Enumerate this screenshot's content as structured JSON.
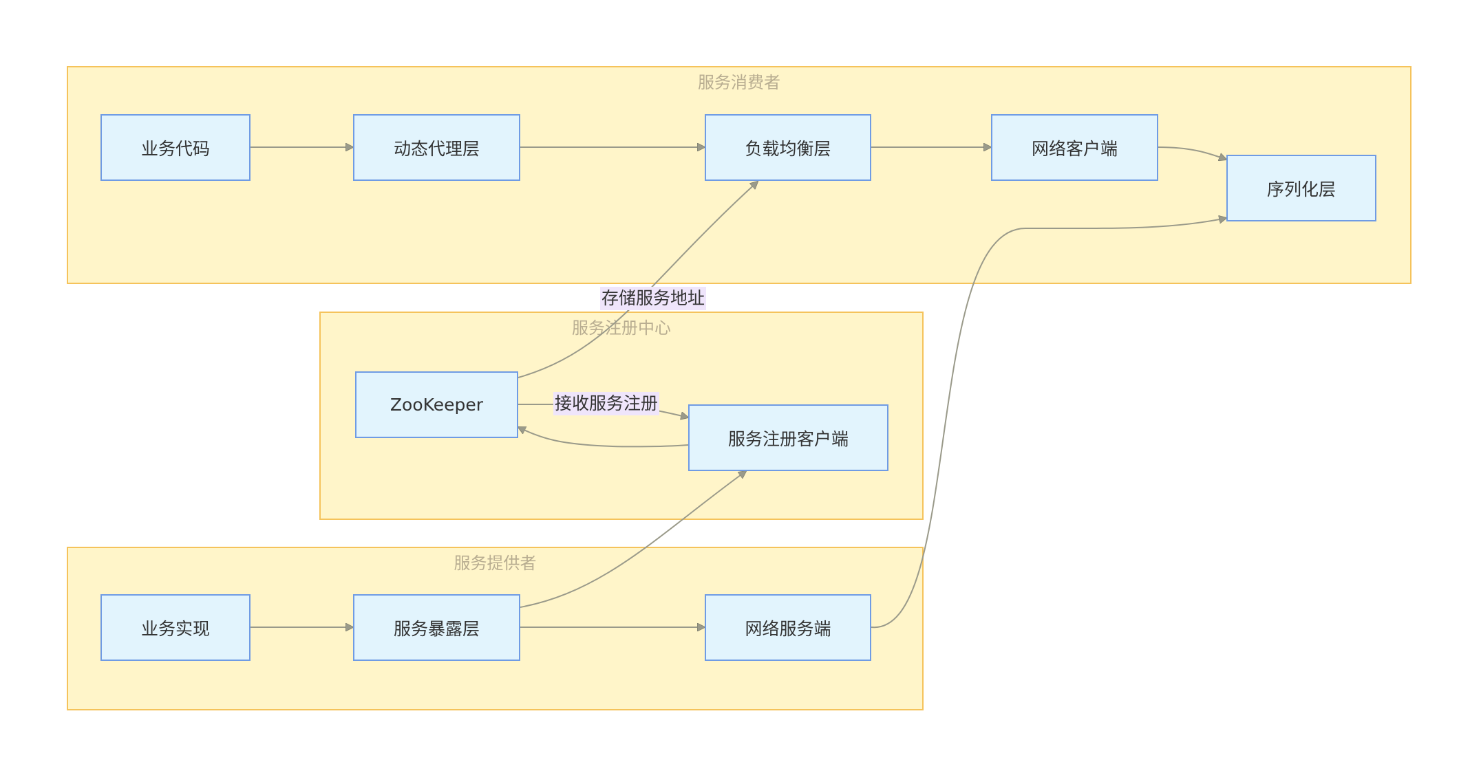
{
  "diagram": {
    "clusters": {
      "consumer": {
        "title": "服务消费者"
      },
      "registry": {
        "title": "服务注册中心"
      },
      "provider": {
        "title": "服务提供者"
      }
    },
    "nodes": {
      "business_code": "业务代码",
      "dynamic_proxy": "动态代理层",
      "load_balance": "负载均衡层",
      "network_client": "网络客户端",
      "serialization": "序列化层",
      "zookeeper": "ZooKeeper",
      "registry_client": "服务注册客户端",
      "business_impl": "业务实现",
      "service_expose": "服务暴露层",
      "network_server": "网络服务端"
    },
    "edge_labels": {
      "store_address": "存储服务地址",
      "receive_registration": "接收服务注册"
    },
    "edges": [
      {
        "from": "business_code",
        "to": "dynamic_proxy"
      },
      {
        "from": "dynamic_proxy",
        "to": "load_balance"
      },
      {
        "from": "load_balance",
        "to": "network_client"
      },
      {
        "from": "network_client",
        "to": "serialization"
      },
      {
        "from": "zookeeper",
        "to": "load_balance",
        "label": "存储服务地址"
      },
      {
        "from": "zookeeper",
        "to": "registry_client",
        "label": "接收服务注册"
      },
      {
        "from": "registry_client",
        "to": "zookeeper"
      },
      {
        "from": "business_impl",
        "to": "service_expose"
      },
      {
        "from": "service_expose",
        "to": "registry_client"
      },
      {
        "from": "service_expose",
        "to": "network_server"
      },
      {
        "from": "network_server",
        "to": "serialization"
      }
    ],
    "colors": {
      "cluster_fill": "#fff5c9",
      "cluster_border": "#f5c35b",
      "node_fill": "#e2f4fd",
      "node_border": "#6f9be4",
      "edge": "#9a9a8a",
      "label_bg": "#efe5fb"
    }
  }
}
